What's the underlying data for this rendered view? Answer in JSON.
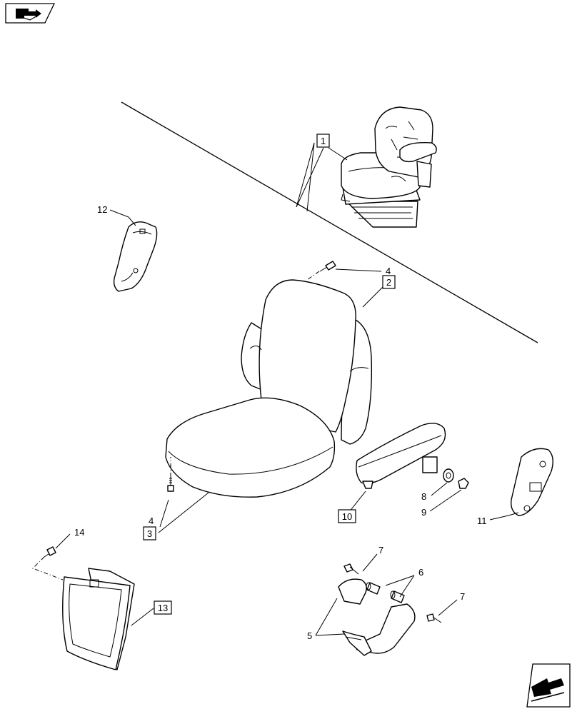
{
  "callouts": [
    {
      "id": "c1",
      "text": "1",
      "boxed": true
    },
    {
      "id": "c2",
      "text": "2",
      "boxed": true
    },
    {
      "id": "c3",
      "text": "3",
      "boxed": true
    },
    {
      "id": "c4a",
      "text": "4",
      "boxed": false
    },
    {
      "id": "c4b",
      "text": "4",
      "boxed": false
    },
    {
      "id": "c5",
      "text": "5",
      "boxed": false
    },
    {
      "id": "c6",
      "text": "6",
      "boxed": false
    },
    {
      "id": "c7a",
      "text": "7",
      "boxed": false
    },
    {
      "id": "c7b",
      "text": "7",
      "boxed": false
    },
    {
      "id": "c8",
      "text": "8",
      "boxed": false
    },
    {
      "id": "c9",
      "text": "9",
      "boxed": false
    },
    {
      "id": "c10",
      "text": "10",
      "boxed": true
    },
    {
      "id": "c11",
      "text": "11",
      "boxed": false
    },
    {
      "id": "c12",
      "text": "12",
      "boxed": false
    },
    {
      "id": "c13",
      "text": "13",
      "boxed": true
    },
    {
      "id": "c14",
      "text": "14",
      "boxed": false
    }
  ],
  "icons": {
    "top_left": "book-arrow-icon",
    "bottom_right": "next-page-arrow-icon"
  }
}
